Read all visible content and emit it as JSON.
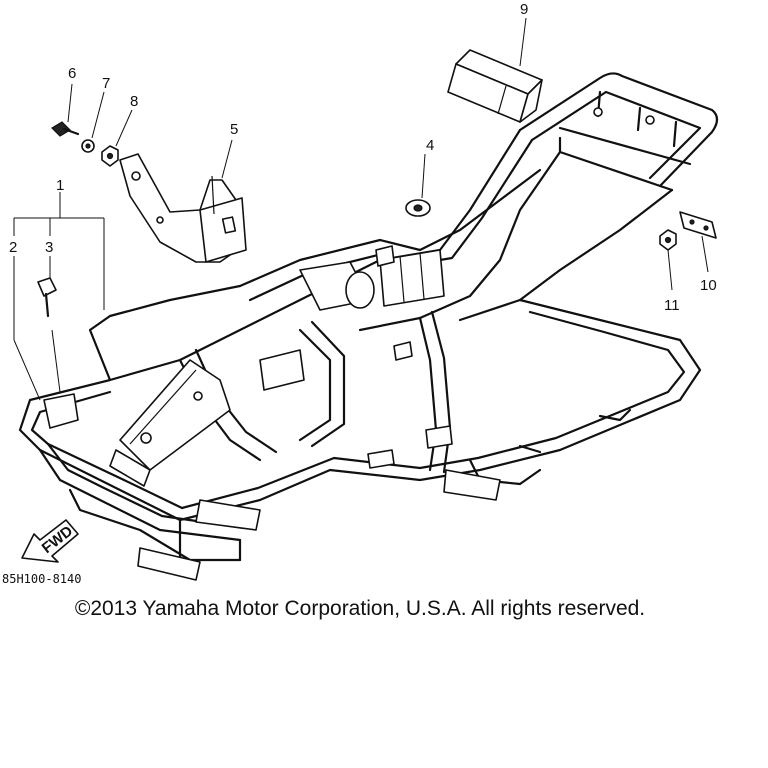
{
  "callouts": {
    "c1": "1",
    "c2": "2",
    "c3": "3",
    "c4": "4",
    "c5": "5",
    "c6": "6",
    "c7": "7",
    "c8": "8",
    "c9": "9",
    "c10": "10",
    "c11": "11"
  },
  "fwd_label": "FWD",
  "diagram_code": "85H100-8140",
  "copyright": "©2013 Yamaha Motor Corporation, U.S.A. All rights reserved."
}
